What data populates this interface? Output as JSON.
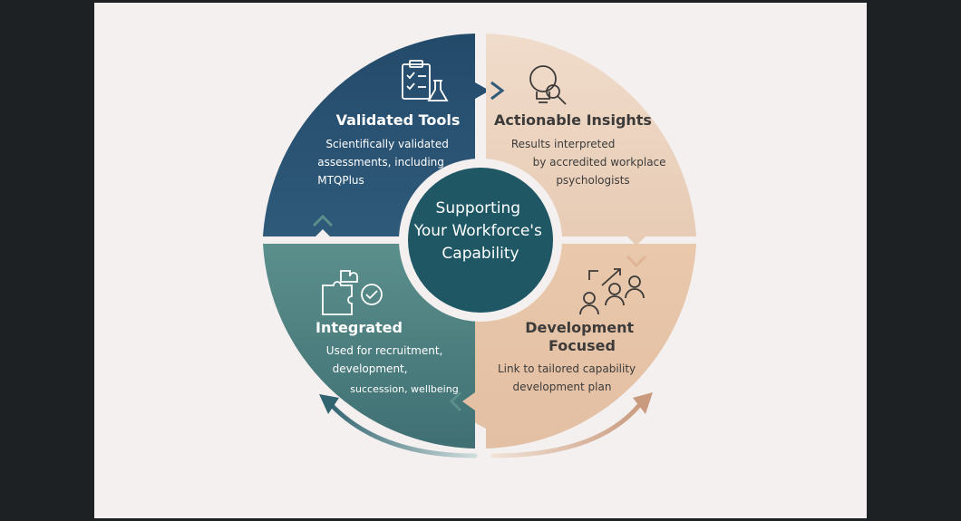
{
  "center": {
    "lines": [
      "Supporting",
      "Your Workforce's",
      "Capability"
    ]
  },
  "quadrants": {
    "validated_tools": {
      "title": "Validated Tools",
      "body": [
        "Scientifically validated",
        "assessments, including",
        "MTQPlus"
      ],
      "icon": "clipboard-flask-icon",
      "color": "#2b5274"
    },
    "actionable_insights": {
      "title": "Actionable Insights",
      "body": [
        "Results interpreted",
        "by accredited workplace",
        "psychologists"
      ],
      "icon": "lightbulb-magnifier-icon",
      "color": "#ecd2bd"
    },
    "development_focused": {
      "title": [
        "Development",
        "Focused"
      ],
      "body": [
        "Link to tailored capability",
        "development plan"
      ],
      "icon": "people-growth-icon",
      "color": "#e7c6ac"
    },
    "integrated": {
      "title": "Integrated",
      "body": [
        "Used for recruitment,",
        "development,",
        "succession, wellbeing"
      ],
      "icon": "puzzle-check-icon",
      "color": "#4f8483"
    }
  },
  "colors": {
    "frame": "#1d2124",
    "canvas": "#f3f0ef",
    "center_circle": "#1f5765",
    "dark_text": "#3c3b3a",
    "light_text": "#ffffff"
  }
}
